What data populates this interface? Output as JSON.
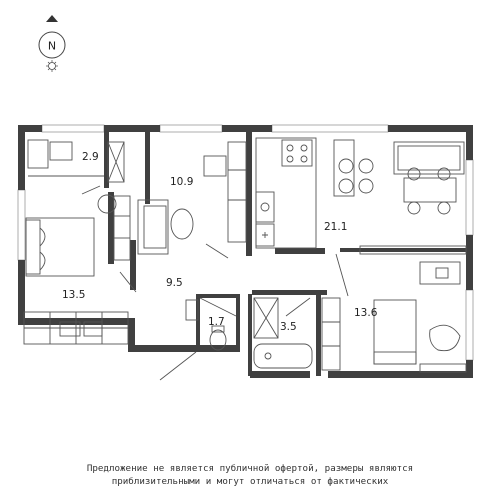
{
  "compass": {
    "label": "N"
  },
  "rooms": [
    {
      "id": "balcony",
      "area": "2.9"
    },
    {
      "id": "kitchen-niche",
      "area": "10.9"
    },
    {
      "id": "living-kitchen",
      "area": "21.1"
    },
    {
      "id": "bedroom-left",
      "area": "13.5"
    },
    {
      "id": "hall",
      "area": "9.5"
    },
    {
      "id": "wc",
      "area": "1.7"
    },
    {
      "id": "bathroom",
      "area": "3.5"
    },
    {
      "id": "bedroom-right",
      "area": "13.6"
    }
  ],
  "disclaimer": {
    "line1": "Предложение не является публичной офертой, размеры являются",
    "line2": "приблизительными и могут отличаться от фактических"
  },
  "colors": {
    "wall": "#404040",
    "line": "#555555",
    "window": "#9a9a9a"
  }
}
